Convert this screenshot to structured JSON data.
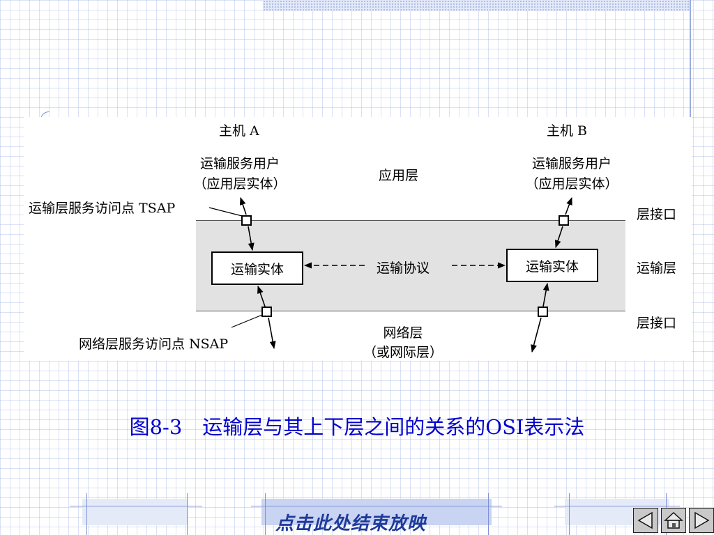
{
  "diagram": {
    "host_a": "主机 A",
    "host_b": "主机 B",
    "user_a_line1": "运输服务用户",
    "user_a_line2": "（应用层实体）",
    "user_b_line1": "运输服务用户",
    "user_b_line2": "（应用层实体）",
    "application_layer": "应用层",
    "tsap_label": "运输层服务访问点 TSAP",
    "upper_interface": "层接口",
    "entity_a": "运输实体",
    "entity_b": "运输实体",
    "transport_protocol": "运输协议",
    "transport_layer": "运输层",
    "lower_interface": "层接口",
    "nsap_label": "网络层服务访问点 NSAP",
    "network_layer_line1": "网络层",
    "network_layer_line2": "（或网际层）"
  },
  "caption": "图8-3　运输层与其上下层之间的关系的OSI表示法",
  "footer": {
    "end_show": "点击此处结束放映",
    "nav": [
      "previous",
      "home",
      "next"
    ]
  }
}
